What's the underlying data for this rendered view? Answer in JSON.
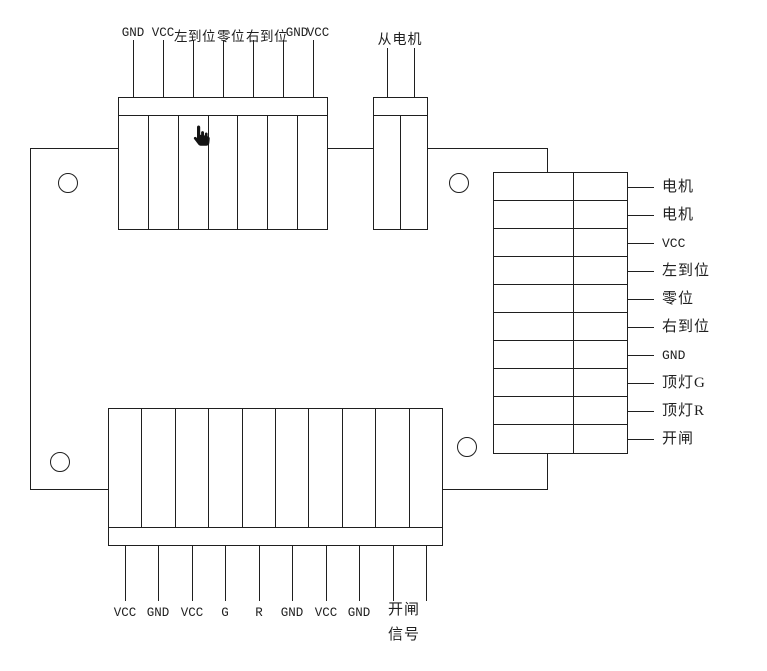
{
  "colors": {
    "line": "#1f1f1f",
    "background": "#ffffff"
  },
  "top_connector": {
    "pins": [
      "GND",
      "VCC",
      "左到位",
      "零位",
      "右到位",
      "GND",
      "VCC"
    ]
  },
  "motor_connector": {
    "label": "从电机"
  },
  "right_connector": {
    "pins": [
      "电机",
      "电机",
      "VCC",
      "左到位",
      "零位",
      "右到位",
      "GND",
      "顶灯G",
      "顶灯R",
      "开闸"
    ]
  },
  "bottom_connector": {
    "pins": [
      "VCC",
      "GND",
      "VCC",
      "G",
      "R",
      "GND",
      "VCC",
      "GND"
    ],
    "gate_signal": {
      "line1": "开闸",
      "line2": "信号"
    }
  }
}
